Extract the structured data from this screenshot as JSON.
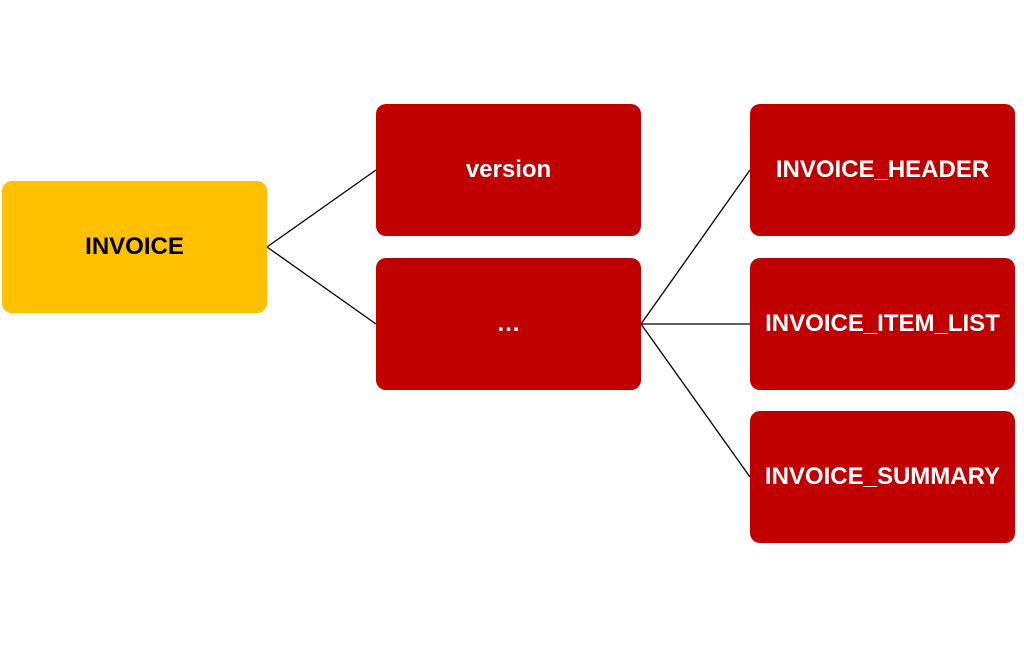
{
  "colors": {
    "root_fill": "#FFC000",
    "child_fill": "#C00000",
    "root_text": "#000000",
    "child_text": "#FFFFFF",
    "connector": "#000000"
  },
  "diagram": {
    "root": {
      "label": "INVOICE"
    },
    "level1": [
      {
        "label": "version"
      },
      {
        "label": "…"
      }
    ],
    "level2": [
      {
        "label": "INVOICE_HEADER"
      },
      {
        "label": "INVOICE_ITEM_LIST"
      },
      {
        "label": "INVOICE_SUMMARY"
      }
    ]
  }
}
